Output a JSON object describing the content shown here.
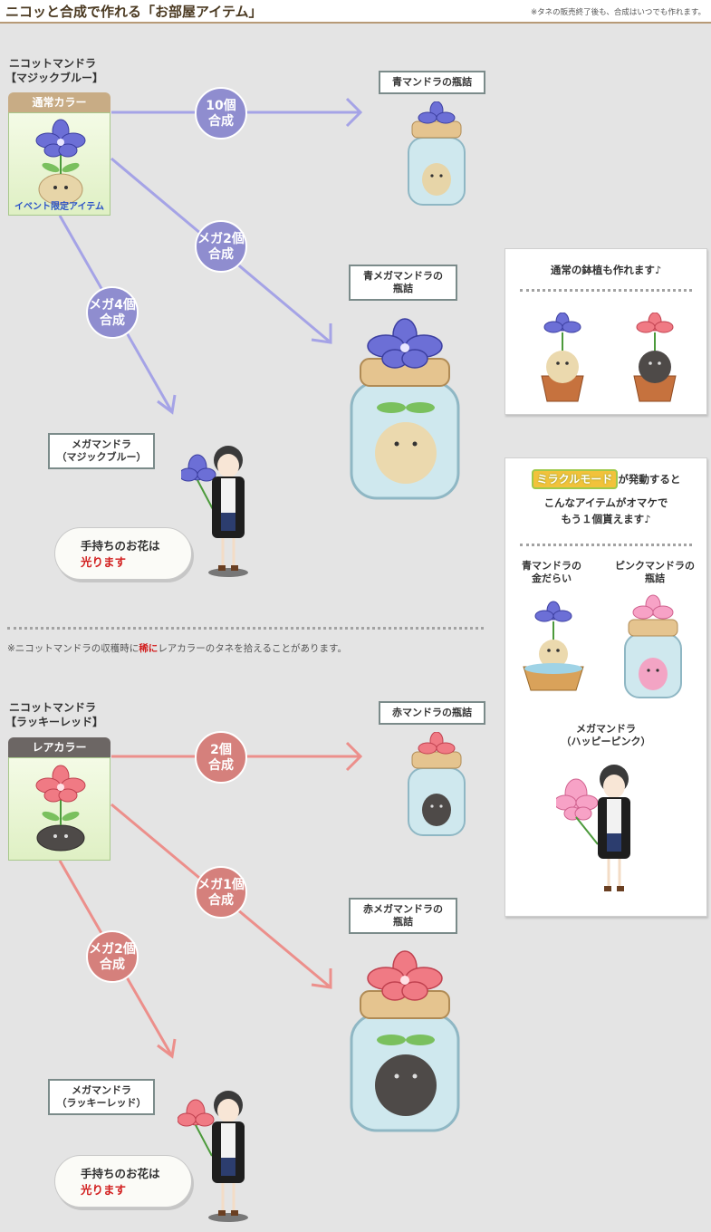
{
  "header": {
    "title": "ニコッと合成で作れる「お部屋アイテム」",
    "note": "※タネの販売終了後も、合成はいつでも作れます。"
  },
  "blue_section": {
    "seed_name_line1": "ニコットマンドラ",
    "seed_name_line2": "【マジックブルー】",
    "color_tab": "通常カラー",
    "event_label": "イベント限定アイテム",
    "circle_top_line1": "10個",
    "circle_top_line2": "合成",
    "circle_mid_line1": "メガ2個",
    "circle_mid_line2": "合成",
    "circle_left_line1": "メガ4個",
    "circle_left_line2": "合成",
    "item_small_label": "青マンドラの瓶詰",
    "item_large_label_line1": "青メガマンドラの",
    "item_large_label_line2": "瓶詰",
    "avatar_label_line1": "メガマンドラ",
    "avatar_label_line2": "（マジックブルー）",
    "bubble_line1": "手持ちのお花は",
    "bubble_line2": "光ります",
    "color": "#8f8dcf"
  },
  "rare_note": {
    "prefix": "※ニコットマンドラの収穫時に",
    "highlight": "稀に",
    "suffix": "レアカラーのタネを拾えることがあります。"
  },
  "red_section": {
    "seed_name_line1": "ニコットマンドラ",
    "seed_name_line2": "【ラッキーレッド】",
    "color_tab": "レアカラー",
    "circle_top_line1": "2個",
    "circle_top_line2": "合成",
    "circle_mid_line1": "メガ1個",
    "circle_mid_line2": "合成",
    "circle_left_line1": "メガ2個",
    "circle_left_line2": "合成",
    "item_small_label": "赤マンドラの瓶詰",
    "item_large_label_line1": "赤メガマンドラの",
    "item_large_label_line2": "瓶詰",
    "avatar_label_line1": "メガマンドラ",
    "avatar_label_line2": "（ラッキーレッド）",
    "bubble_line1": "手持ちのお花は",
    "bubble_line2": "光ります",
    "color": "#d5807c"
  },
  "panel_pots": {
    "text": "通常の鉢植も作れます♪"
  },
  "panel_miracle": {
    "badge": "ミラクルモード",
    "line1_suffix": "が発動すると",
    "line2": "こんなアイテムがオマケで",
    "line3": "もう１個貰えます♪",
    "item1_line1": "青マンドラの",
    "item1_line2": "金だらい",
    "item2_line1": "ピンクマンドラの",
    "item2_line2": "瓶詰",
    "item3_line1": "メガマンドラ",
    "item3_line2": "（ハッピーピンク）"
  }
}
